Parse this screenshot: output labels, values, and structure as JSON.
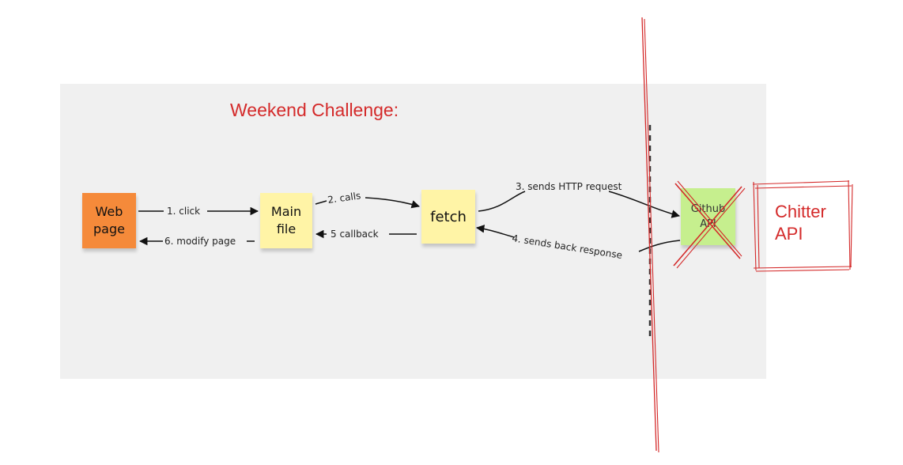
{
  "title": "Weekend Challenge:",
  "nodes": {
    "web_page": [
      "Web",
      "page"
    ],
    "main_file": [
      "Main",
      "file"
    ],
    "fetch": "fetch",
    "github_api": [
      "Github",
      "API"
    ],
    "chitter_api": [
      "Chitter",
      "API"
    ]
  },
  "edges": {
    "click": "1. click",
    "calls": "2. calls",
    "sends_http": "3. sends HTTP request",
    "sends_back": "4. sends back response",
    "callback": "5 callback",
    "modify_page": "6. modify page"
  },
  "colors": {
    "title": "#d42a2a",
    "web_page": "#f58a3a",
    "sticky_yellow": "#fff4a6",
    "github": "#c6ef8e",
    "annotation_red": "#d42a2a"
  }
}
